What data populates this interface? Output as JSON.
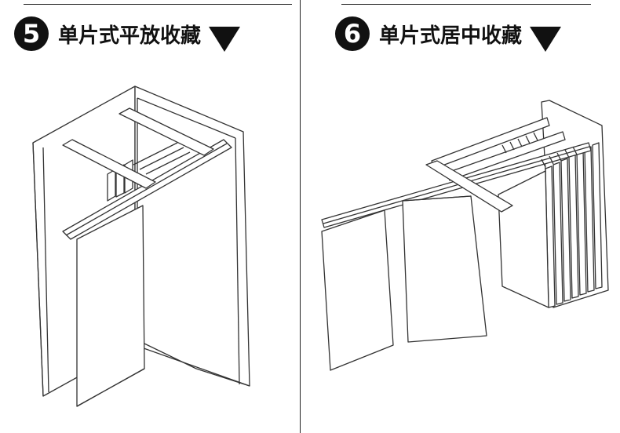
{
  "panels": [
    {
      "number": "5",
      "title": "单片式平放收藏"
    },
    {
      "number": "6",
      "title": "单片式居中收藏"
    }
  ],
  "icons": {
    "arrow": "down-triangle-icon"
  }
}
